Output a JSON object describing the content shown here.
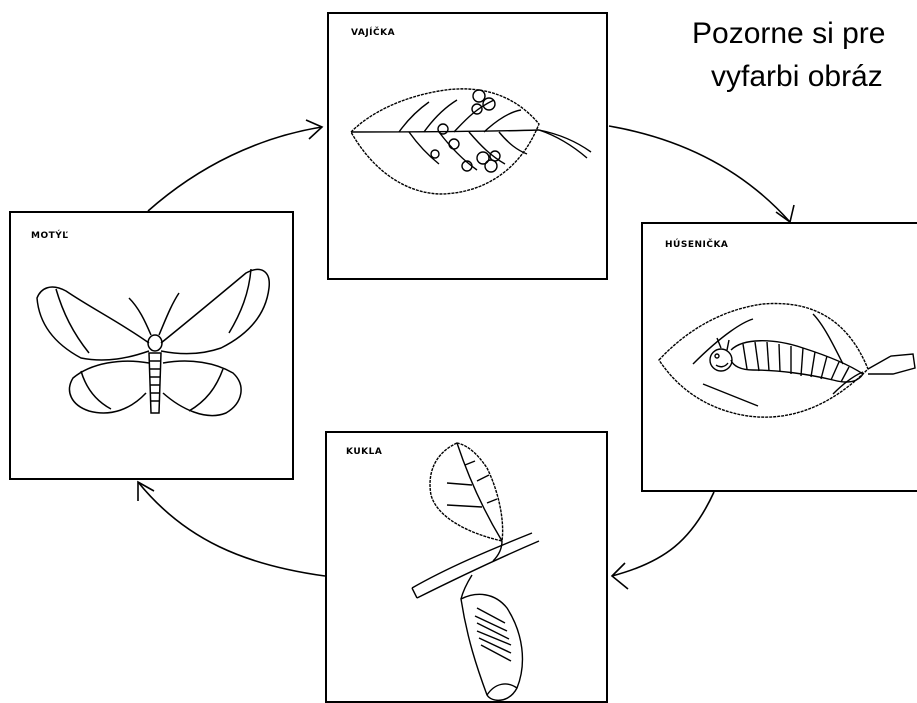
{
  "instruction": {
    "line1": "Pozorne si pre",
    "line2": "vyfarbi obráz"
  },
  "stages": {
    "eggs": {
      "label": "VAJÍČKA",
      "icon": "leaf-with-eggs-icon"
    },
    "caterpillar": {
      "label": "HÚSENIČKA",
      "icon": "caterpillar-on-leaf-icon"
    },
    "pupa": {
      "label": "KUKLA",
      "icon": "chrysalis-on-branch-icon"
    },
    "butterfly": {
      "label": "MOTÝĽ",
      "icon": "butterfly-icon"
    }
  },
  "colors": {
    "line": "#000000",
    "background": "#ffffff"
  }
}
